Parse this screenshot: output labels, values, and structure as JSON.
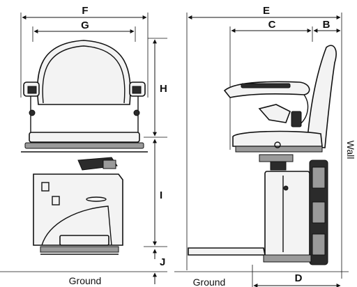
{
  "labels": {
    "f": "F",
    "g": "G",
    "h": "H",
    "i": "I",
    "j": "J",
    "e": "E",
    "c": "C",
    "b": "B",
    "d": "D"
  },
  "ground_left": "Ground",
  "ground_right": "Ground",
  "wall": "Wall"
}
